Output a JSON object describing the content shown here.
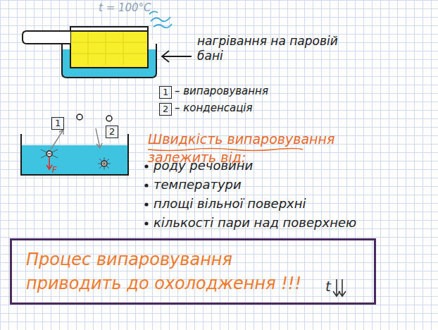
{
  "diagram": {
    "nodes": [
      {
        "text": [
          "1"
        ]
      },
      {
        "text": [
          "2"
        ]
      },
      {
        "text": [
          "1"
        ]
      },
      {
        "text": [
          "2"
        ]
      },
      {
        "text": [
          "Процес випаровування приводить до охолодження !!!"
        ]
      }
    ],
    "labels": [
      "t = 100°C",
      "нагрівання на паровій бані",
      "– випаровування",
      "– конденсація",
      "F",
      "Швидкість випаровування",
      "залежить від:",
      "роду речовини",
      "температури",
      "площі вільної поверхні",
      "кількості пари над поверхнею",
      "t"
    ]
  }
}
